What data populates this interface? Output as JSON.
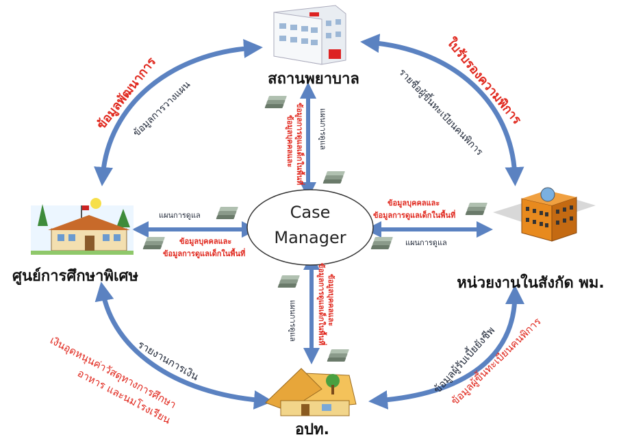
{
  "nodes": {
    "hospital": "สถานพยาบาล",
    "special_ed": "ศูนย์การศึกษาพิเศษ",
    "msdhs_unit": "หน่วยงานในสังกัด พม.",
    "local_admin": "อปท.",
    "case_manager_line1": "Case",
    "case_manager_line2": "Manager"
  },
  "edges": {
    "top_left_red": "ข้อมูลพัฒนาการ",
    "top_left_dark": "ข้อมูลการวางแผน",
    "top_right_red": "ใบรับรองความพิการ",
    "top_right_dark": "รายชื่อผู้ขึ้นทะเบียนคนพิการ",
    "bottom_left_dark": "รายงานการเงิน",
    "bottom_left_red_1": "เงินอุดหนุนค่าวัสดุทางการศึกษา",
    "bottom_left_red_2": "อาหาร และนมโรงเรียน",
    "bottom_right_dark": "ข้อมูลผู้รับเบี้ยยังชีพ",
    "bottom_right_red": "ข้อมูลผู้ขึ้นทะเบียนคนพิการ",
    "left_top_dark": "แผนการดูแล",
    "left_bottom_red_1": "ข้อมูลบุคคลและ",
    "left_bottom_red_2": "ข้อมูลการดูแลเด็กในพื้นที่",
    "right_top_red_1": "ข้อมูลบุคคลและ",
    "right_top_red_2": "ข้อมูลการดูแลเด็กในพื้นที่",
    "right_bottom_dark": "แผนการดูแล",
    "up_red_1": "ข้อมูลบุคคลและ",
    "up_red_2": "ข้อมูลการดูแลเด็กในพื้นที่",
    "up_dark": "แผนการดูแล",
    "down_dark": "แผนการดูแล",
    "down_red_1": "ข้อมูลบุคคลและ",
    "down_red_2": "ข้อมูลการดูแลเด็กในพื้นที่"
  },
  "colors": {
    "arrow": "#5b82c1",
    "red_text": "#e0281e",
    "dark_text": "#222a3a"
  }
}
